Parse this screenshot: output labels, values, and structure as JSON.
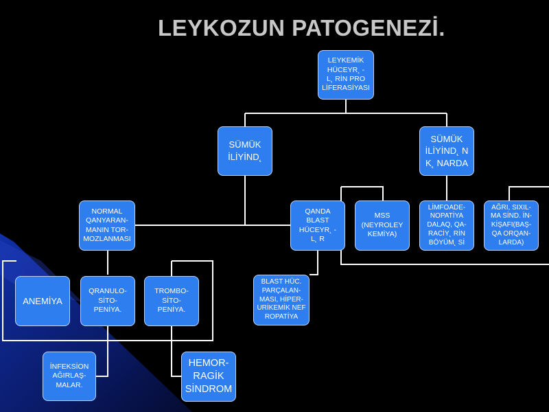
{
  "title": "LEYKOZUN  PATOGENEZİ.",
  "nodes": {
    "root": "LEYKEMİK\nHÜCEYR˛ -\nL˛ RİN PRO\nLİFERASİYASI",
    "sumuk_iliyinde": "SÜMÜK\nİLİYİND˛",
    "sumuk_iliyinden_kenarda": "SÜMÜK\nİLİYİND˛ N\nK˛ NARDA",
    "normal_qanyaranma": "NORMAL\nQANYARAN-\nMANIN TOR-\nMOZLANMASI",
    "qanda_blast": "QANDA\nBLAST\nHÜCEYR˛ -\nL˛ R",
    "mss": "MSS\n(NEYROLEY\nKEMİYA)",
    "limfoadenopatiya": "LİMFOADE-\nNOPATİYA\nDALAQ, QA-\nRACİY˛ RİN\nBÖYÜM˛ Sİ",
    "agri": "AĞRI, SIXIL-\nMA SİND. İN-\nKİŞAFI(BAŞ-\nQA ORQAN-\nLARDA)",
    "anemiya": "ANEMİYA",
    "qranulositopeniya": "QRANULO-\nSİTO-\nPENİYA.",
    "trombositopeniya": "TROMBO-\nSİTO-\nPENİYA.",
    "blast_parcalanmasi": "BLAST HÜC.\nPARÇALAN-\nMASI, HİPER-\nURİKEMİK NEF\nROPATİYA",
    "infeksion": "İNFEKSİON\nAĞIRLAŞ-\nMALAR.",
    "hemoragik": "HEMOR-\nRAGİK\nSİNDROM"
  },
  "colors": {
    "background": "#000000",
    "box_fill": "#2f7ef0",
    "box_border": "#bcd4ff",
    "connector": "#ffffff",
    "title": "#c8c8c8",
    "wedge_dark": "#0a1a66",
    "wedge_light": "#2a46c8"
  }
}
